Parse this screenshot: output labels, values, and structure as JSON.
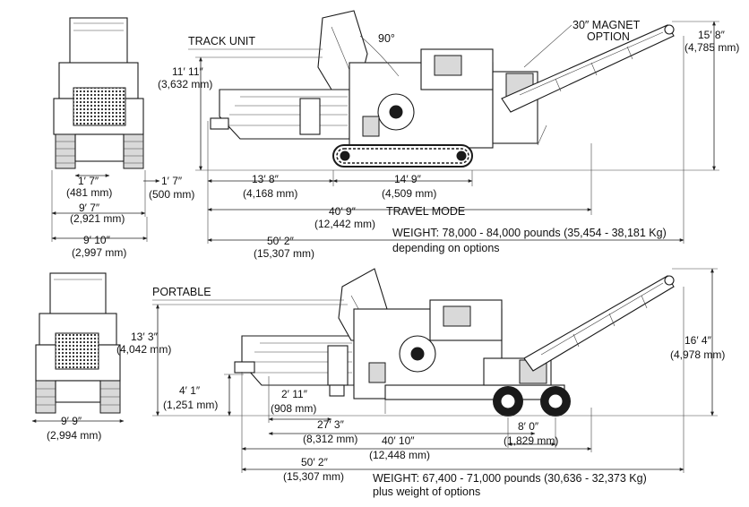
{
  "top": {
    "section_label": "TRACK UNIT",
    "mode_label": "TRAVEL MODE",
    "magnet_label_1": "30″ MAGNET",
    "magnet_label_2": "OPTION",
    "angle": "90°",
    "dims": {
      "height_ft": "11′ 11″",
      "height_mm": "(3,632 mm)",
      "conv_height_ft": "15′ 8″",
      "conv_height_mm": "(4,785 mm)",
      "track_gauge_ft": "1′ 7″",
      "track_gauge_mm": "(481 mm)",
      "inner_width_ft": "9′ 7″",
      "inner_width_mm": "(2,921 mm)",
      "outer_width_ft": "9′ 10″",
      "outer_width_mm": "(2,997 mm)",
      "clearance_ft": "1′ 7″",
      "clearance_mm": "(500 mm)",
      "front_ft": "13′ 8″",
      "front_mm": "(4,168 mm)",
      "track_len_ft": "14′ 9″",
      "track_len_mm": "(4,509 mm)",
      "body_len_ft": "40′ 9″",
      "body_len_mm": "(12,442 mm)",
      "total_len_ft": "50′ 2″",
      "total_len_mm": "(15,307 mm)"
    },
    "weight_1": "WEIGHT: 78,000 - 84,000 pounds (35,454 - 38,181 Kg)",
    "weight_2": "depending on options"
  },
  "bottom": {
    "section_label": "PORTABLE",
    "dims": {
      "height_ft": "13′ 3″",
      "height_mm": "(4,042 mm)",
      "conv_height_ft": "16′ 4″",
      "conv_height_mm": "(4,978 mm)",
      "front_height_ft": "4′ 1″",
      "front_height_mm": "(1,251 mm)",
      "front_over_ft": "2′ 11″",
      "front_over_mm": "(908 mm)",
      "width_ft": "9′ 9″",
      "width_mm": "(2,994 mm)",
      "kingpin_ft": "27′ 3″",
      "kingpin_mm": "(8,312 mm)",
      "axle_ft": "8′ 0″",
      "axle_mm": "(1,829 mm)",
      "body_len_ft": "40′ 10″",
      "body_len_mm": "(12,448 mm)",
      "total_len_ft": "50′ 2″",
      "total_len_mm": "(15,307 mm)"
    },
    "weight_1": "WEIGHT: 67,400 - 71,000 pounds (30,636 - 32,373 Kg)",
    "weight_2": "plus weight of options"
  }
}
